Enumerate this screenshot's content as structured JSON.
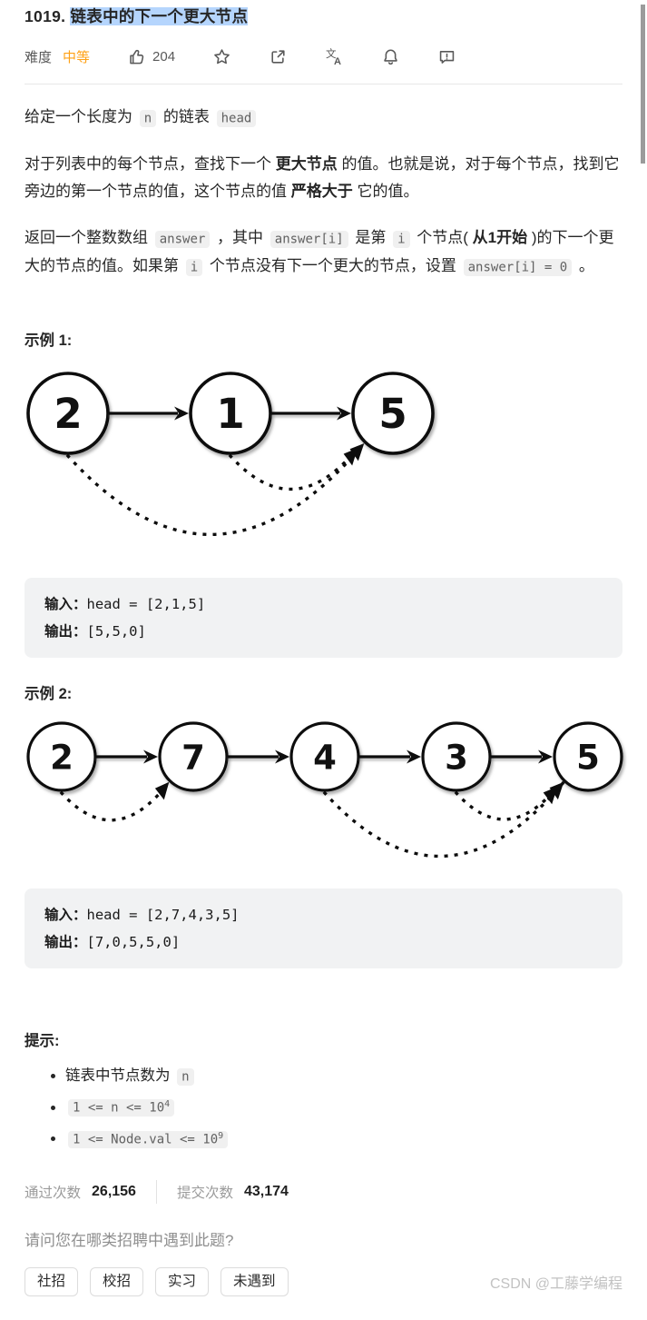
{
  "title": {
    "prefix": "1019. ",
    "selected": "链表中的下一个更大节点"
  },
  "colors": {
    "accent_orange": "#ffa116",
    "selection": "#b5d5fd",
    "icon_gray": "#595959"
  },
  "toolbar": {
    "difficulty_label": "难度",
    "difficulty_value": "中等",
    "likes_count": "204",
    "icons": [
      "thumbs-up-icon",
      "star-icon",
      "share-icon",
      "translate-icon",
      "bell-icon",
      "feedback-icon"
    ]
  },
  "description": {
    "p1": [
      {
        "t": "text",
        "s": "给定一个长度为 "
      },
      {
        "t": "code",
        "s": "n"
      },
      {
        "t": "text",
        "s": " 的链表 "
      },
      {
        "t": "code",
        "s": "head"
      }
    ],
    "p2": [
      {
        "t": "text",
        "s": "对于列表中的每个节点，查找下一个 "
      },
      {
        "t": "b",
        "s": "更大节点"
      },
      {
        "t": "text",
        "s": " 的值。也就是说，对于每个节点，找到它旁边的第一个节点的值，这个节点的值 "
      },
      {
        "t": "b",
        "s": "严格大于"
      },
      {
        "t": "text",
        "s": " 它的值。"
      }
    ],
    "p3": [
      {
        "t": "text",
        "s": "返回一个整数数组 "
      },
      {
        "t": "code",
        "s": "answer"
      },
      {
        "t": "text",
        "s": " ，其中 "
      },
      {
        "t": "code",
        "s": "answer[i]"
      },
      {
        "t": "text",
        "s": " 是第 "
      },
      {
        "t": "code",
        "s": "i"
      },
      {
        "t": "text",
        "s": " 个节点( "
      },
      {
        "t": "b",
        "s": "从1开始"
      },
      {
        "t": "text",
        "s": " )的下一个更大的节点的值。如果第 "
      },
      {
        "t": "code",
        "s": "i"
      },
      {
        "t": "text",
        "s": " 个节点没有下一个更大的节点，设置 "
      },
      {
        "t": "code",
        "s": "answer[i] = 0"
      },
      {
        "t": "text",
        "s": " 。"
      }
    ]
  },
  "examples": [
    {
      "heading": "示例 1:",
      "diagram": {
        "nodes": [
          "2",
          "1",
          "5"
        ],
        "arcs": [
          [
            0,
            2
          ],
          [
            1,
            2
          ]
        ]
      },
      "lines": [
        [
          {
            "t": "b",
            "s": "输入："
          },
          {
            "t": "text",
            "s": "head = [2,1,5]"
          }
        ],
        [
          {
            "t": "b",
            "s": "输出："
          },
          {
            "t": "text",
            "s": "[5,5,0]"
          }
        ]
      ]
    },
    {
      "heading": "示例 2:",
      "diagram": {
        "nodes": [
          "2",
          "7",
          "4",
          "3",
          "5"
        ],
        "arcs": [
          [
            0,
            1
          ],
          [
            2,
            4
          ],
          [
            3,
            4
          ]
        ]
      },
      "lines": [
        [
          {
            "t": "b",
            "s": "输入："
          },
          {
            "t": "text",
            "s": "head = [2,7,4,3,5]"
          }
        ],
        [
          {
            "t": "b",
            "s": "输出："
          },
          {
            "t": "text",
            "s": "[7,0,5,5,0]"
          }
        ]
      ]
    }
  ],
  "hints": {
    "heading": "提示:",
    "items": [
      [
        {
          "t": "text",
          "s": "链表中节点数为 "
        },
        {
          "t": "code",
          "s": "n"
        }
      ],
      [
        {
          "t": "code",
          "s": "1 <= n <= 10",
          "sup": "4"
        }
      ],
      [
        {
          "t": "code",
          "s": "1 <= Node.val <= 10",
          "sup": "9"
        }
      ]
    ]
  },
  "stats": {
    "passed_label": "通过次数",
    "passed_value": "26,156",
    "submitted_label": "提交次数",
    "submitted_value": "43,174"
  },
  "survey": {
    "question": "请问您在哪类招聘中遇到此题?",
    "options": [
      "社招",
      "校招",
      "实习",
      "未遇到"
    ]
  },
  "watermark": "CSDN @工藤学编程"
}
